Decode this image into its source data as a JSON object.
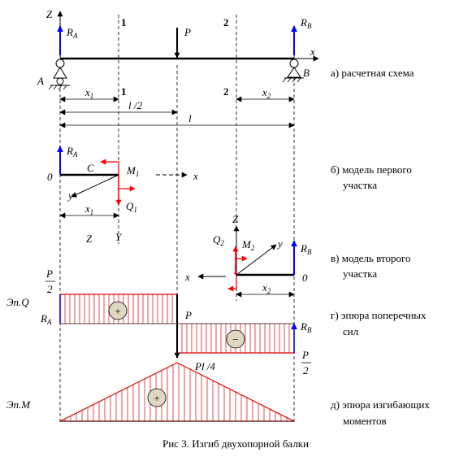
{
  "scheme": {
    "axis_z": "Z",
    "axis_x": "x",
    "ra": "R",
    "ra_sub": "A",
    "rb": "R",
    "rb_sub": "B",
    "p": "P",
    "support_a": "A",
    "support_b": "B",
    "section_1": "1",
    "section_2": "2",
    "x1": "x",
    "x1_sub": "1",
    "x2": "x",
    "x2_sub": "2",
    "half_span": "l /2",
    "span": "l"
  },
  "model1": {
    "ra": "R",
    "ra_sub": "A",
    "origin": "0",
    "c": "C",
    "m": "M",
    "m_sub": "1",
    "q": "Q",
    "q_sub": "1",
    "x": "x",
    "y": "y",
    "x1": "x",
    "x1_sub": "1",
    "z": "Z",
    "Y": "Y"
  },
  "model2": {
    "z": "Z",
    "q": "Q",
    "q_sub": "2",
    "m": "M",
    "m_sub": "2",
    "y": "y",
    "rb": "R",
    "rb_sub": "B",
    "x": "x",
    "origin": "0",
    "x2": "x",
    "x2_sub": "2"
  },
  "shear": {
    "title": "Эп.Q",
    "p_num": "P",
    "p_den": "2",
    "ra": "R",
    "ra_sub": "A",
    "p": "P",
    "rb": "R",
    "rb_sub": "B",
    "plus": "+",
    "minus": "−",
    "p_num_right": "P",
    "p_den_right": "2"
  },
  "moment": {
    "title": "Эп.М",
    "peak": "Pl /4",
    "plus": "+"
  },
  "captions": {
    "a": "а) расчетная схема",
    "b1": "б) модель первого",
    "b2": "участка",
    "v1": "в) модель второго",
    "v2": "участка",
    "g1": "г) эпюра поперечных",
    "g2": "сил",
    "d1": "д) эпюра изгибающих",
    "d2": "моментов"
  },
  "figure_caption": "Рис 3. Изгиб двухопорной балки",
  "colors": {
    "reaction": "#0000ff",
    "model_force": "#ff0000",
    "hatch": "#e00000",
    "sign_fill": "#ded8c2"
  }
}
